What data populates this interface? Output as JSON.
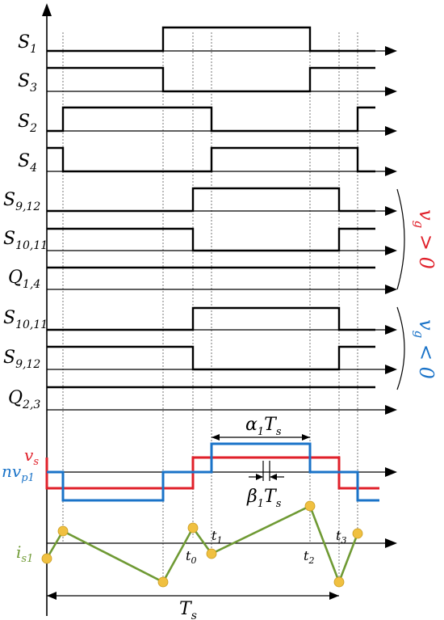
{
  "signals": [
    {
      "main": "S",
      "sub": "1"
    },
    {
      "main": "S",
      "sub": "3"
    },
    {
      "main": "S",
      "sub": "2"
    },
    {
      "main": "S",
      "sub": "4"
    },
    {
      "main": "S",
      "sub": "9,12"
    },
    {
      "main": "S",
      "sub": "10,11"
    },
    {
      "main": "Q",
      "sub": "1,4"
    },
    {
      "main": "S",
      "sub": "10,11"
    },
    {
      "main": "S",
      "sub": "9,12"
    },
    {
      "main": "Q",
      "sub": "2,3"
    }
  ],
  "conditions": {
    "positive": {
      "text": "v",
      "sub": "g",
      "rel": " > 0",
      "color": "#e0202a"
    },
    "negative": {
      "text": "v",
      "sub": "g",
      "rel": " < 0",
      "color": "#1a73c8"
    }
  },
  "bottom": {
    "vs": {
      "main": "v",
      "sub": "s",
      "color": "#e0202a"
    },
    "nvp": {
      "main": "nv",
      "sub": "p1",
      "color": "#1a73c8"
    },
    "is": {
      "main": "i",
      "sub": "s1",
      "color": "#6f9a34"
    },
    "alpha": {
      "a": "α",
      "asub": "1",
      "b": "T",
      "bsub": "s"
    },
    "beta": {
      "a": "β",
      "asub": "1",
      "b": "T",
      "bsub": "s"
    },
    "period": {
      "main": "T",
      "sub": "s"
    },
    "times": [
      {
        "main": "t",
        "sub": "0"
      },
      {
        "main": "t",
        "sub": "1"
      },
      {
        "main": "t",
        "sub": "2"
      },
      {
        "main": "t",
        "sub": "3"
      }
    ]
  },
  "colors": {
    "red": "#e0202a",
    "blue": "#1a73c8",
    "green": "#6f9a34",
    "dot": "#f0c040"
  }
}
